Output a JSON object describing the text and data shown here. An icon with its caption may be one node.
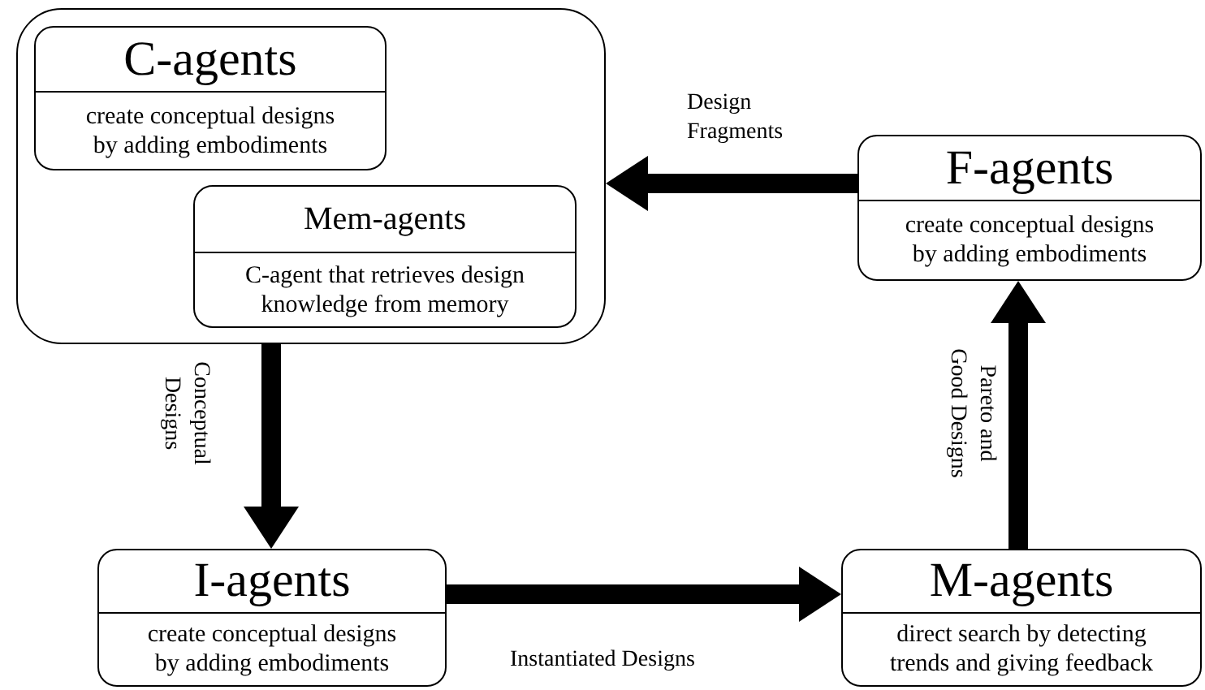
{
  "diagram": {
    "nodes": [
      {
        "text": [],
        "shape": "box"
      },
      {
        "text": [
          "C-agents",
          "create conceptual designs by adding embodiments"
        ],
        "in": 0
      },
      {
        "text": [
          "Mem-agents",
          "C-agent that retrieves design knowledge from memory"
        ],
        "in": 0
      },
      {
        "text": [
          "F-agents",
          "create conceptual designs by adding embodiments"
        ]
      },
      {
        "text": [
          "I-agents",
          "create conceptual designs by adding embodiments"
        ]
      },
      {
        "text": [
          "M-agents",
          "direct search by detecting trends and giving feedback"
        ]
      }
    ],
    "edges": [
      {
        "from": 3,
        "to": 0,
        "arrow": "to",
        "label": "Design Fragments"
      },
      {
        "from": 0,
        "to": 4,
        "arrow": "to",
        "label": "Conceptual Designs"
      },
      {
        "from": 4,
        "to": 5,
        "arrow": "to",
        "label": "Instantiated Designs"
      },
      {
        "from": 5,
        "to": 3,
        "arrow": "to",
        "label": "Pareto and Good Designs"
      }
    ]
  }
}
